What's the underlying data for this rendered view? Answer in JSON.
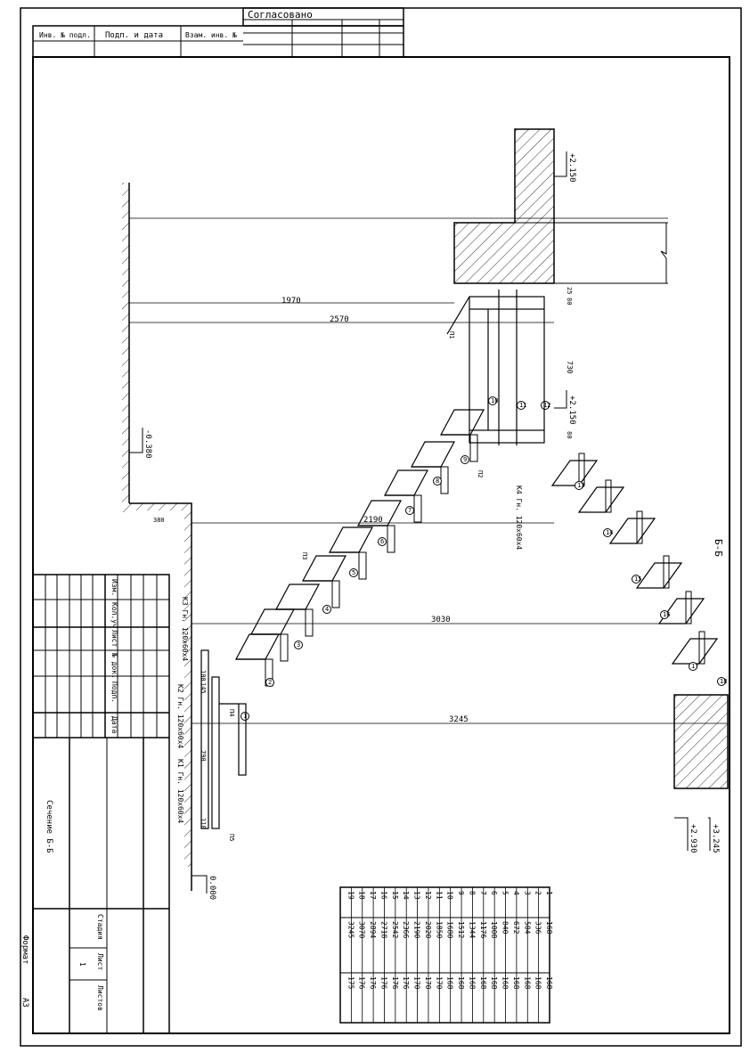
{
  "stamp": {
    "agreed": "Согласовано",
    "inv_podl": "Инв. № подл.",
    "podp_data": "Подп. и дата",
    "vzam_inv": "Взам. инв. №"
  },
  "title_block": {
    "izm": "Изм.",
    "kol_uch": "Кол.уч",
    "list": "Лист",
    "ndok": "№ док.",
    "podp": "Подп.",
    "data": "Дата",
    "section_title": "Сечение Б-Б",
    "stadiya": "Стадия",
    "list2": "Лист",
    "listov": "Листов",
    "sheet_no": "1",
    "format_label": "Формат",
    "format_value": "А3"
  },
  "drawing": {
    "section_label": "Б-Б",
    "dims": {
      "d1970": "1970",
      "d2570": "2570",
      "d2190": "2190",
      "d3030": "3030",
      "d3245": "3245",
      "d730": "730",
      "d25": "25",
      "d80a": "80",
      "d80b": "80",
      "d380": "380",
      "d790": "790",
      "d100": "100",
      "d110": "110",
      "d145": "145"
    },
    "levels": {
      "top": "+2.150",
      "mid": "+2.150",
      "left": "-0.380",
      "zero": "0.000",
      "bot1": "+2.930",
      "bot2": "+3.245"
    },
    "beams": {
      "k1": "К1 Гн. 120х60х4",
      "k2": "К2 Гн. 120х60х4",
      "k3": "К3 Гн. 120х60х4",
      "k4": "К4 Гн. 120х60х4"
    },
    "tags": {
      "p1": "П1",
      "p2": "П2",
      "p3": "П3",
      "p4": "П4",
      "p5": "П5"
    },
    "step_marks": [
      "1",
      "2",
      "3",
      "4",
      "5",
      "6",
      "7",
      "8",
      "9",
      "10",
      "11",
      "12",
      "13",
      "14",
      "15",
      "16",
      "17",
      "18",
      "19"
    ]
  },
  "table": {
    "rows": [
      [
        "1",
        "168",
        "168"
      ],
      [
        "2",
        "336",
        "168"
      ],
      [
        "3",
        "504",
        "168"
      ],
      [
        "4",
        "672",
        "168"
      ],
      [
        "5",
        "840",
        "168"
      ],
      [
        "6",
        "1008",
        "168"
      ],
      [
        "7",
        "1176",
        "168"
      ],
      [
        "8",
        "1344",
        "168"
      ],
      [
        "9",
        "1512",
        "168"
      ],
      [
        "10",
        "1680",
        "168"
      ],
      [
        "11",
        "1850",
        "170"
      ],
      [
        "12",
        "2020",
        "170"
      ],
      [
        "13",
        "2190",
        "170"
      ],
      [
        "14",
        "2366",
        "176"
      ],
      [
        "15",
        "2542",
        "176"
      ],
      [
        "16",
        "2718",
        "176"
      ],
      [
        "17",
        "2894",
        "176"
      ],
      [
        "18",
        "3070",
        "176"
      ],
      [
        "19",
        "3245",
        "175"
      ]
    ]
  }
}
